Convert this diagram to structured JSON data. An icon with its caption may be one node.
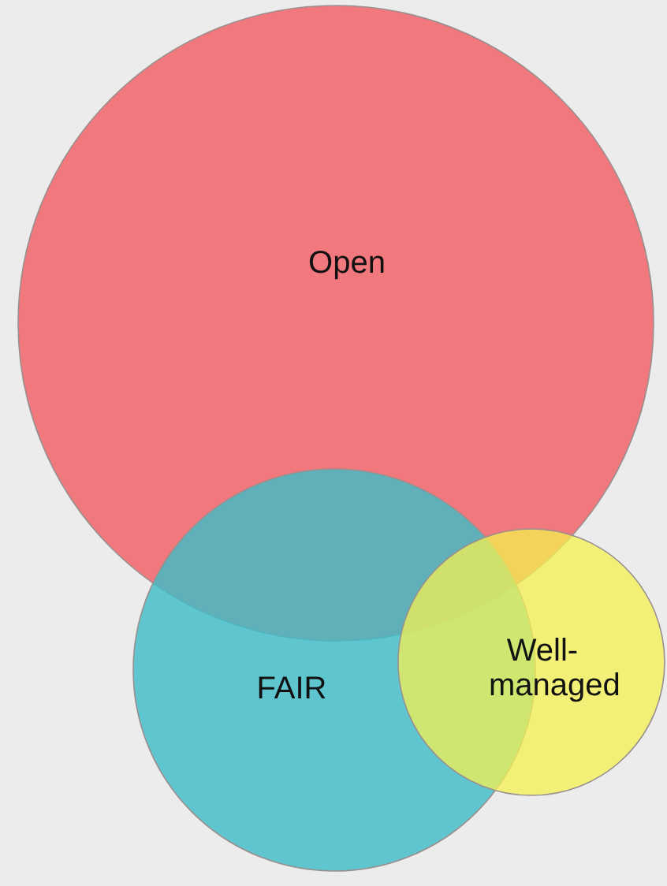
{
  "diagram": {
    "nodes": [
      {
        "text": [
          "Open"
        ]
      },
      {
        "text": [
          "FAIR"
        ]
      },
      {
        "text": [
          "Well-managed"
        ]
      }
    ]
  }
}
